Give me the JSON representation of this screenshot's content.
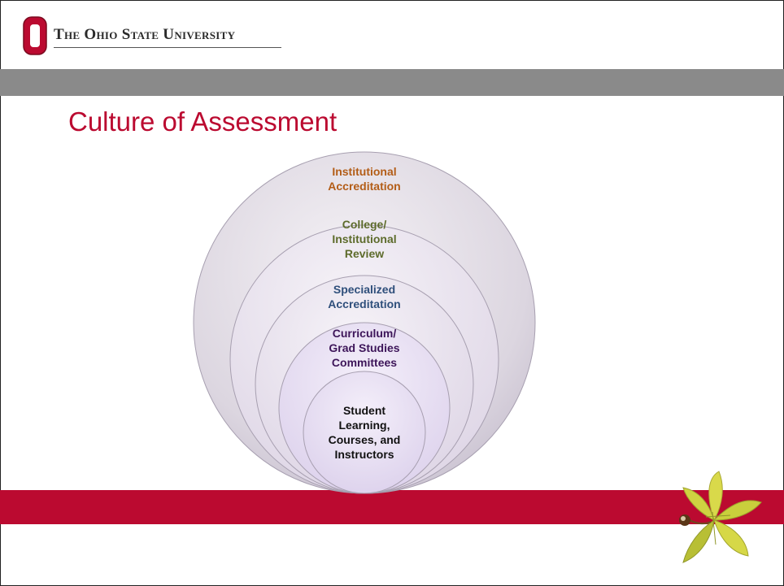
{
  "header": {
    "university_name": "The Ohio State University"
  },
  "slide": {
    "title": "Culture of Assessment"
  },
  "diagram": {
    "levels": [
      {
        "lines": [
          "Institutional",
          "Accreditation"
        ],
        "color": "#b35d17"
      },
      {
        "lines": [
          "College/",
          "Institutional",
          "Review"
        ],
        "color": "#5d6b2b"
      },
      {
        "lines": [
          "Specialized",
          "Accreditation"
        ],
        "color": "#2f4f7b"
      },
      {
        "lines": [
          "Curriculum/",
          "Grad Studies",
          "Committees"
        ],
        "color": "#3d1559"
      },
      {
        "lines": [
          "Student",
          "Learning,",
          "Courses, and",
          "Instructors"
        ],
        "color": "#111111"
      }
    ]
  },
  "colors": {
    "brand_scarlet": "#bb0a30",
    "band_gray": "#8a8a8a"
  }
}
